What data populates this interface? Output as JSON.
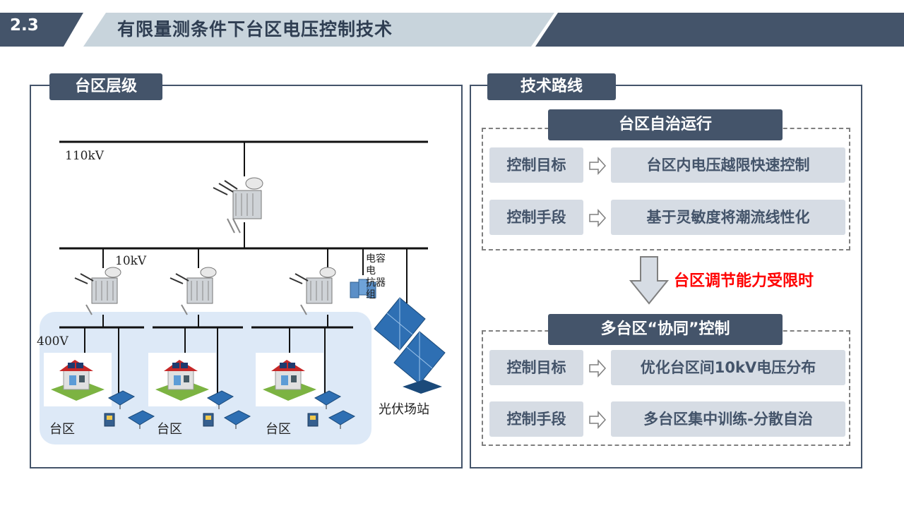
{
  "header": {
    "section_number": "2.3",
    "title": "有限量测条件下台区电压控制技术"
  },
  "left_panel": {
    "tag": "台区层级",
    "labels": {
      "bus_110kv": "110kV",
      "bus_10kv": "10kV",
      "bus_400v": "400V",
      "capacitor": "电容电\n抗器组",
      "pv_station": "光伏场站",
      "area_1": "台区",
      "area_2": "台区",
      "area_3": "台区"
    }
  },
  "right_panel": {
    "tag": "技术路线",
    "autonomous": {
      "title": "台区自治运行",
      "rows": [
        {
          "label": "控制目标",
          "value": "台区内电压越限快速控制"
        },
        {
          "label": "控制手段",
          "value": "基于灵敏度将潮流线性化"
        }
      ]
    },
    "transition": "台区调节能力受限时",
    "coordinated": {
      "title": "多台区“协同”控制",
      "rows": [
        {
          "label": "控制目标",
          "value": "优化台区间10kV电压分布"
        },
        {
          "label": "控制手段",
          "value": "多台区集中训练-分散自治"
        }
      ]
    }
  },
  "colors": {
    "primary": "#44546a",
    "box_fill": "#d6dce4",
    "header_light": "#c8d4dc",
    "warning": "#ff0000",
    "area_fill": "#dde9f7"
  }
}
